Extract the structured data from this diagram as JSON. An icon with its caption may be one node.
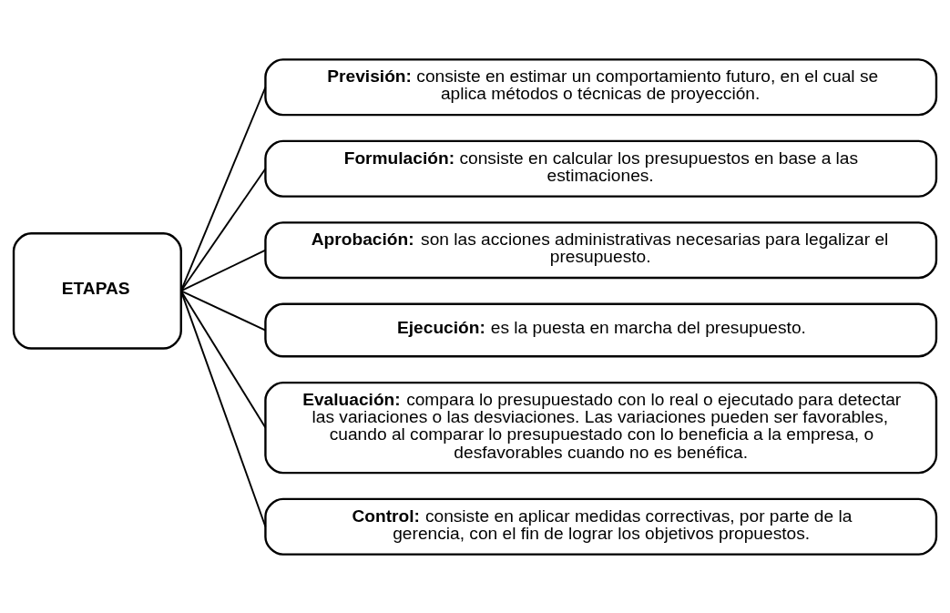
{
  "diagram": {
    "nodes": [
      {
        "text": [
          "ETAPAS"
        ]
      },
      {
        "text": [
          "**Previsión:** consiste en estimar un comportamiento futuro, en el cual se aplica métodos o técnicas de proyección."
        ]
      },
      {
        "text": [
          "**Formulación:** consiste en calcular los presupuestos en base a las estimaciones."
        ]
      },
      {
        "text": [
          "**Aprobación:** son las acciones administrativas necesarias para legalizar el presupuesto."
        ]
      },
      {
        "text": [
          "**Ejecución:** es la puesta en marcha del presupuesto."
        ]
      },
      {
        "text": [
          "**Evaluación:** compara lo presupuestado con lo real o ejecutado para detectar las variaciones o las desviaciones. Las variaciones pueden ser favorables, cuando al comparar lo presupuestado con lo beneficia a la empresa, o desfavorables cuando no es benéfica."
        ]
      },
      {
        "text": [
          "**Control:** consiste en aplicar medidas correctivas, por parte de la gerencia, con el fin de lograr los objetivos propuestos."
        ]
      }
    ],
    "edges": [
      {
        "from": 0,
        "to": 1,
        "arrow": "none"
      },
      {
        "from": 0,
        "to": 2,
        "arrow": "none"
      },
      {
        "from": 0,
        "to": 3,
        "arrow": "none"
      },
      {
        "from": 0,
        "to": 4,
        "arrow": "none"
      },
      {
        "from": 0,
        "to": 5,
        "arrow": "none"
      },
      {
        "from": 0,
        "to": 6,
        "arrow": "none"
      }
    ]
  }
}
